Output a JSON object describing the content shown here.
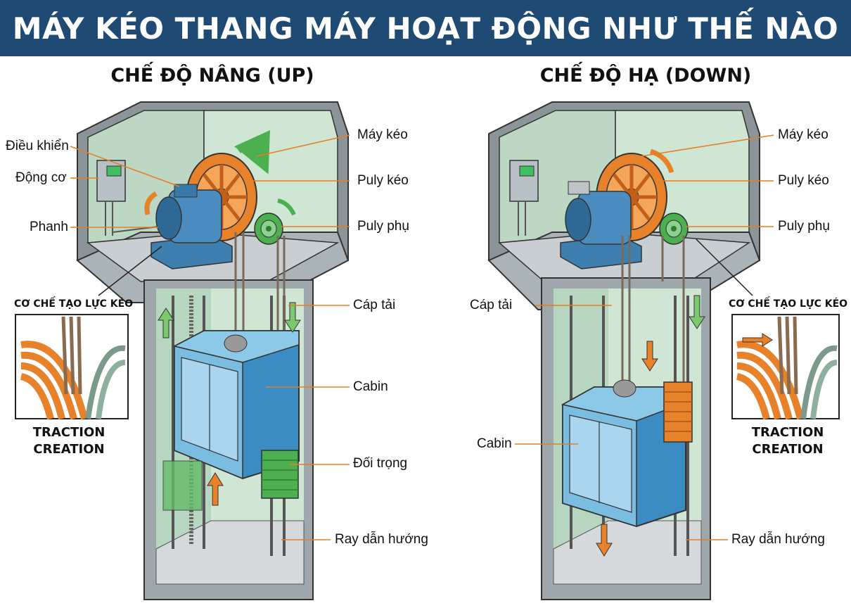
{
  "title": "MÁY KÉO THANG MÁY HOẠT ĐỘNG NHƯ THẾ NÀO",
  "up": {
    "heading": "CHẾ ĐỘ NÂNG (UP)",
    "labels": {
      "control": "Điều khiển",
      "motor": "Động cơ",
      "brake": "Phanh",
      "machine": "Máy kéo",
      "traction_sheave": "Puly kéo",
      "aux_sheave": "Puly phụ",
      "cable": "Cáp tải",
      "cabin": "Cabin",
      "counterweight": "Đối trọng",
      "guide_rail": "Ray dẫn hướng"
    },
    "mechanism_title": "CƠ CHẾ TẠO LỰC KÉO",
    "traction_line1": "TRACTION",
    "traction_line2": "CREATION"
  },
  "down": {
    "heading": "CHẾ ĐỘ HẠ (DOWN)",
    "labels": {
      "machine": "Máy kéo",
      "traction_sheave": "Puly kéo",
      "aux_sheave": "Puly phụ",
      "cable": "Cáp tải",
      "cabin": "Cabin",
      "guide_rail": "Ray dẫn hướng"
    },
    "mechanism_title": "CƠ CHẾ TẠO LỰC KÉO",
    "traction_line1": "TRACTION",
    "traction_line2": "CREATION"
  },
  "colors": {
    "banner": "#1e4a73",
    "callout_line": "#e67e22",
    "shaft_green": "#c9e3cf",
    "cabin_blue": "#5aa9d6",
    "sheave_orange": "#e8822a",
    "counterweight_up": "#4caf50",
    "counterweight_down": "#e8822a",
    "motor_blue": "#3f7fb0"
  }
}
